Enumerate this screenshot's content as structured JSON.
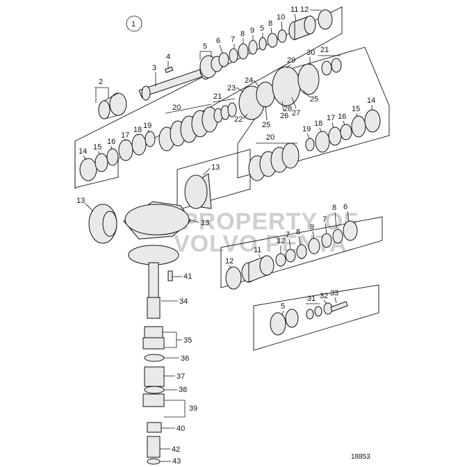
{
  "diagram": {
    "group_label": "1",
    "watermark_line1": "PROPERTY OF",
    "watermark_line2": "VOLVO PENTA",
    "figure_number": "18853",
    "callouts": {
      "c2": "2",
      "c3": "3",
      "c4": "4",
      "c5a": "5",
      "c5b": "5",
      "c5c": "5",
      "c6a": "6",
      "c6b": "6",
      "c7a": "7",
      "c7b": "7",
      "c7c": "7",
      "c8a": "8",
      "c8b": "8",
      "c8c": "8",
      "c9a": "9",
      "c9b": "9",
      "c10": "10",
      "c11a": "11",
      "c11b": "11",
      "c12a": "12",
      "c12b": "12",
      "c12c": "12",
      "c13a": "13",
      "c13b": "13",
      "c13c": "13",
      "c14a": "14",
      "c14b": "14",
      "c15a": "15",
      "c15b": "15",
      "c16a": "16",
      "c16b": "16",
      "c17a": "17",
      "c17b": "17",
      "c18a": "18",
      "c18b": "18",
      "c19a": "19",
      "c19b": "19",
      "c20a": "20",
      "c20b": "20",
      "c21a": "21",
      "c21b": "21",
      "c22": "22",
      "c23": "23",
      "c24": "24",
      "c25a": "25",
      "c25b": "25",
      "c26": "26",
      "c27": "27",
      "c28": "28",
      "c29": "29",
      "c30": "30",
      "c31": "31",
      "c32": "32",
      "c33": "33",
      "c34": "34",
      "c35": "35",
      "c36": "36",
      "c37": "37",
      "c38": "38",
      "c39": "39",
      "c40": "40",
      "c41": "41",
      "c42": "42",
      "c43": "43"
    }
  }
}
